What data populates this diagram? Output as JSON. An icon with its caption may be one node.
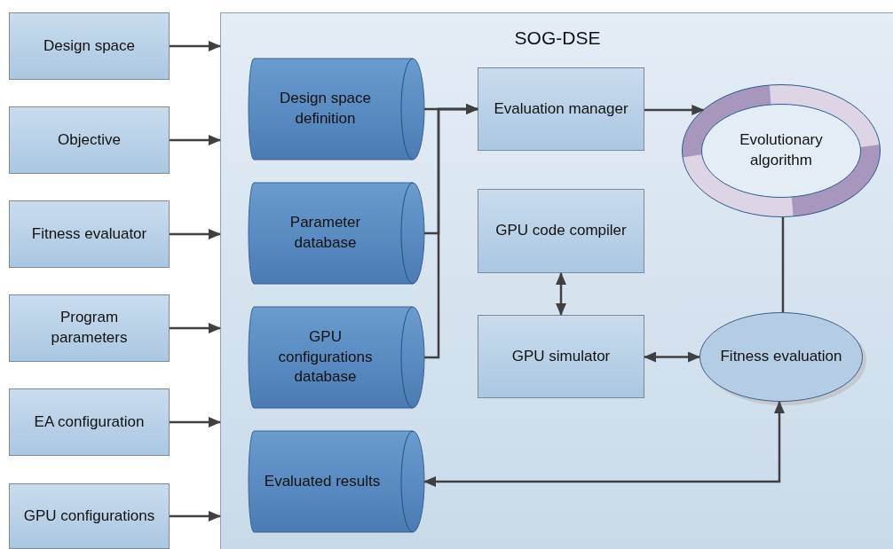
{
  "diagram": {
    "nodes": [
      {
        "text": [
          "Design space"
        ]
      },
      {
        "text": [
          "Objective"
        ]
      },
      {
        "text": [
          "Fitness evaluator"
        ]
      },
      {
        "text": [
          "Program parameters"
        ]
      },
      {
        "text": [
          "EA configuration"
        ]
      },
      {
        "text": [
          "GPU configurations"
        ]
      },
      {
        "text": [
          "SOG-DSE"
        ]
      },
      {
        "text": [
          "Design space definition"
        ],
        "in": 6
      },
      {
        "text": [
          "Parameter database"
        ],
        "in": 6
      },
      {
        "text": [
          "GPU configurations database"
        ],
        "in": 6
      },
      {
        "text": [
          "Evaluated results"
        ],
        "in": 6
      },
      {
        "text": [
          "Evaluation manager"
        ],
        "in": 6
      },
      {
        "text": [
          "GPU code compiler"
        ],
        "in": 6
      },
      {
        "text": [
          "GPU simulator"
        ],
        "in": 6
      },
      {
        "text": [
          "Evolutionary algorithm"
        ],
        "in": 6
      },
      {
        "text": [
          "Fitness evaluation"
        ],
        "in": 6
      }
    ],
    "edges": [
      {
        "from": 0,
        "to": 6,
        "arrow": "to"
      },
      {
        "from": 1,
        "to": 6,
        "arrow": "to"
      },
      {
        "from": 2,
        "to": 6,
        "arrow": "to"
      },
      {
        "from": 3,
        "to": 6,
        "arrow": "to"
      },
      {
        "from": 4,
        "to": 6,
        "arrow": "to"
      },
      {
        "from": 5,
        "to": 6,
        "arrow": "to"
      },
      {
        "from": 7,
        "to": 11,
        "arrow": "to"
      },
      {
        "from": 8,
        "to": 11,
        "arrow": "to"
      },
      {
        "from": 9,
        "to": 11,
        "arrow": "to"
      },
      {
        "from": 11,
        "to": 14,
        "arrow": "to"
      },
      {
        "from": 12,
        "to": 13,
        "arrow": "both"
      },
      {
        "from": 13,
        "to": 15,
        "arrow": "both"
      },
      {
        "from": 14,
        "to": 15,
        "arrow": "none"
      },
      {
        "from": 15,
        "to": 10,
        "arrow": "both"
      }
    ]
  }
}
